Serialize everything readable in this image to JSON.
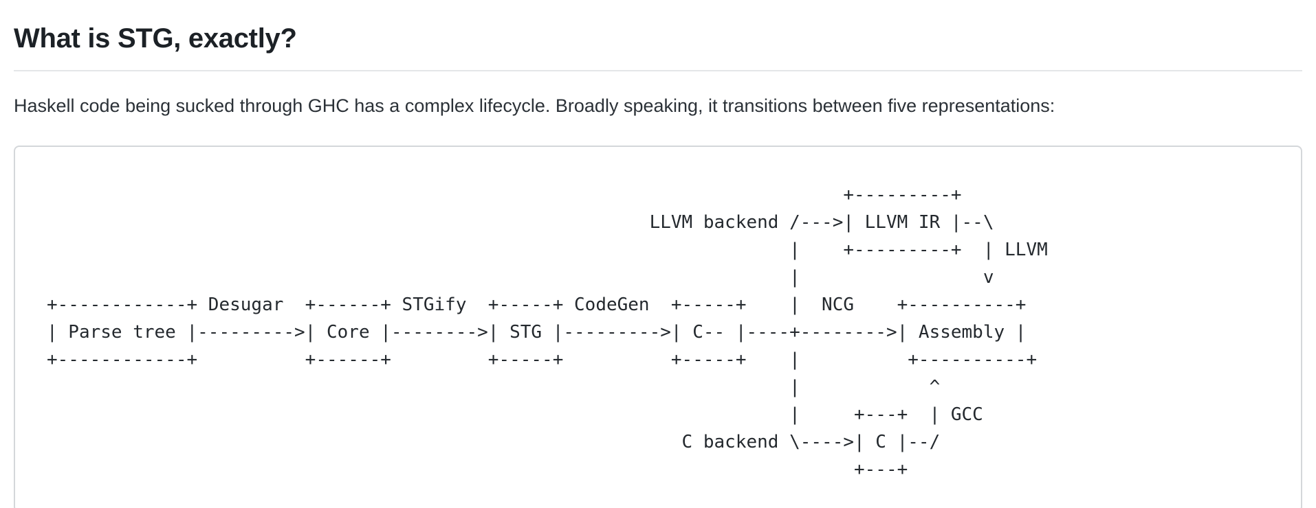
{
  "page": {
    "heading": "What is STG, exactly?",
    "intro": "Haskell code being sucked through GHC has a complex lifecycle. Broadly speaking, it transitions between five representations:",
    "diagram": {
      "description": "GHC compilation pipeline ascii diagram",
      "lines": [
        "                                                                          +---------+",
        "                                                        LLVM backend /--->| LLVM IR |--\\",
        "                                                                     |    +---------+  | LLVM",
        "                                                                     |                 v",
        "+------------+ Desugar  +------+ STGify  +-----+ CodeGen  +-----+    |  NCG    +----------+",
        "| Parse tree |--------->| Core |-------->| STG |--------->| C-- |----+-------->| Assembly |",
        "+------------+          +------+         +-----+          +-----+    |          +----------+",
        "                                                                     |            ^",
        "                                                                     |     +---+  | GCC",
        "                                                           C backend \\---->| C |--/",
        "                                                                           +---+"
      ]
    },
    "colors": {
      "text": "#24292e",
      "code_border": "#d4d7da",
      "divider": "#e4e6e8"
    }
  }
}
